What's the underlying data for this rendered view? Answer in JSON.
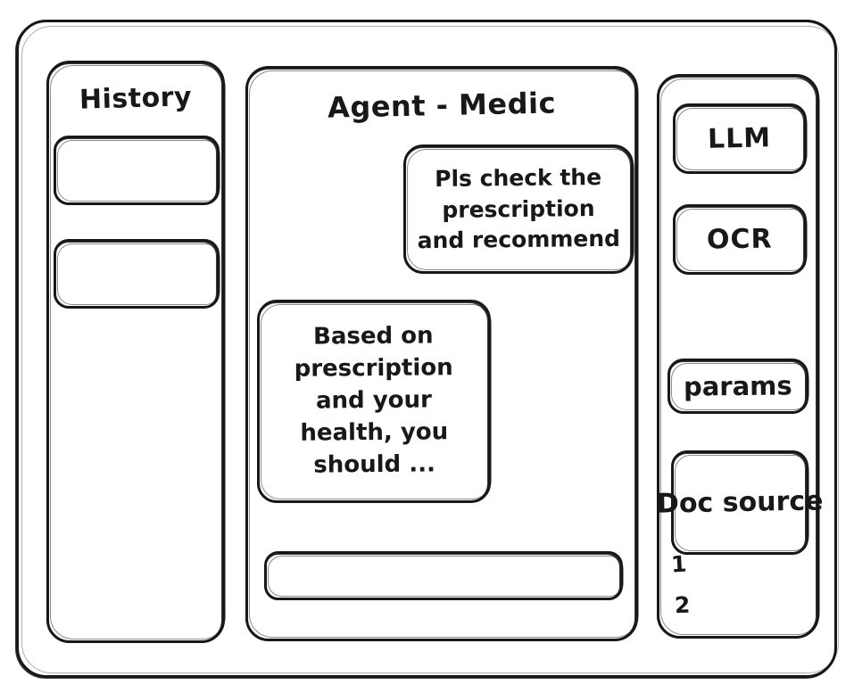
{
  "app": {
    "frame_label": "application-window",
    "stroke_color": "#17181a",
    "background_color": "#ffffff"
  },
  "history_panel": {
    "title": "History",
    "items": [
      {
        "label": ""
      },
      {
        "label": ""
      }
    ]
  },
  "agent_panel": {
    "title": "Agent - Medic",
    "messages": [
      {
        "role": "user",
        "text": "Pls check the prescription and recommend"
      },
      {
        "role": "agent",
        "text": "Based on prescription and your health, you should ..."
      }
    ],
    "composer": {
      "value": "",
      "placeholder": ""
    }
  },
  "tools_panel": {
    "buttons": [
      {
        "label": "LLM"
      },
      {
        "label": "OCR"
      },
      {
        "label": "params"
      },
      {
        "label": "Doc source"
      }
    ],
    "doc_source_refs": [
      "1",
      "2"
    ]
  }
}
